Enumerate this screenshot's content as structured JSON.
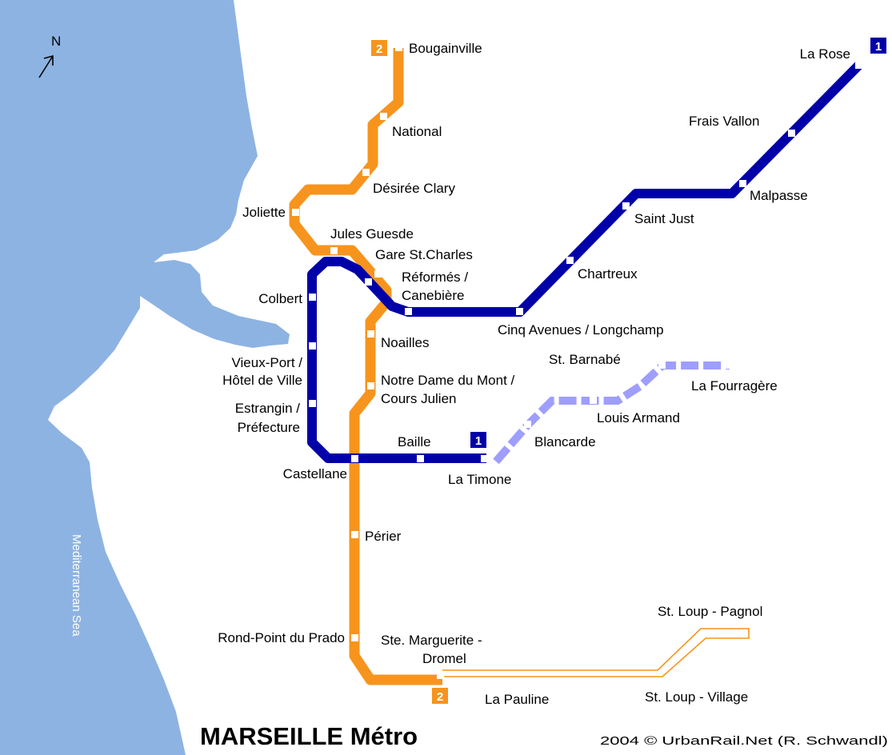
{
  "map": {
    "title": "MARSEILLE Métro",
    "credit": "2004 © UrbanRail.Net (R. Schwandl)",
    "sea_label": "Mediterranean Sea",
    "north_label": "N",
    "colors": {
      "sea": "#8db3e2",
      "line1": "#0000a8",
      "line1_extension": "#9e9eff",
      "line2": "#f7941d",
      "station": "#ffffff"
    }
  },
  "lines": {
    "line1": {
      "number": "1"
    },
    "line2": {
      "number": "2"
    }
  },
  "stations": {
    "bougainville": "Bougainville",
    "national": "National",
    "desiree_clary": "Désirée Clary",
    "joliette": "Joliette",
    "jules_guesde": "Jules Guesde",
    "gare_st_charles": "Gare St.Charles",
    "reformes_1": "Réformés /",
    "reformes_2": "Canebière",
    "colbert": "Colbert",
    "noailles": "Noailles",
    "vieux_port_1": "Vieux-Port /",
    "vieux_port_2": "Hôtel de Ville",
    "notre_dame_1": "Notre Dame du Mont /",
    "notre_dame_2": "Cours Julien",
    "estrangin_1": "Estrangin /",
    "estrangin_2": "Préfecture",
    "baille": "Baille",
    "castellane": "Castellane",
    "la_timone": "La Timone",
    "perier": "Périer",
    "rond_point": "Rond-Point du Prado",
    "ste_marguerite_1": "Ste. Marguerite -",
    "ste_marguerite_2": "Dromel",
    "la_pauline": "La Pauline",
    "st_loup_village": "St. Loup - Village",
    "st_loup_pagnol": "St. Loup - Pagnol",
    "la_rose": "La Rose",
    "frais_vallon": "Frais Vallon",
    "malpasse": "Malpasse",
    "saint_just": "Saint Just",
    "chartreux": "Chartreux",
    "cinq_avenues": "Cinq Avenues / Longchamp",
    "st_barnabe": "St. Barnabé",
    "la_fourragere": "La Fourragère",
    "louis_armand": "Louis Armand",
    "blancarde": "Blancarde"
  }
}
